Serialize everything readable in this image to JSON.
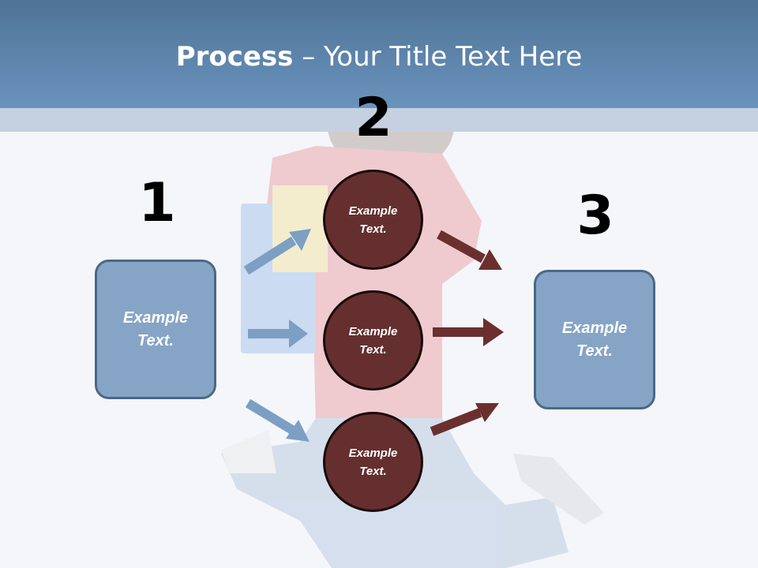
{
  "title": {
    "bold": "Process",
    "rest": " – Your Title Text Here"
  },
  "numbers": {
    "one": "1",
    "two": "2",
    "three": "3"
  },
  "left_box": {
    "line1": "Example",
    "line2": "Text."
  },
  "right_box": {
    "line1": "Example",
    "line2": "Text."
  },
  "circles": [
    {
      "line1": "Example",
      "line2": "Text."
    },
    {
      "line1": "Example",
      "line2": "Text."
    },
    {
      "line1": "Example",
      "line2": "Text."
    }
  ],
  "colors": {
    "header": "#6a93bd",
    "box_fill": "#86a4c6",
    "box_border": "#4b6886",
    "circle_fill": "#652f2f",
    "blue_arrow": "#7d9fc4",
    "red_arrow": "#6b2f2f"
  }
}
